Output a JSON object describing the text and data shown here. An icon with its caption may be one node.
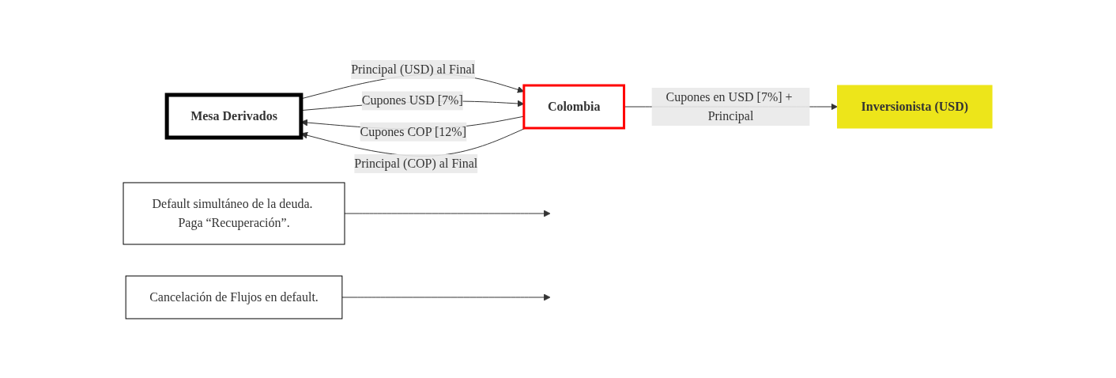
{
  "diagram": {
    "nodes": [
      {
        "text": [
          "Mesa Derivados"
        ]
      },
      {
        "text": [
          "Colombia"
        ]
      },
      {
        "text": [
          "Inversionista (USD)"
        ]
      },
      {
        "text": [
          "Default simultáneo de la deuda. Paga “Recuperación”."
        ]
      },
      {
        "text": [
          "Cancelación de Flujos en default."
        ]
      }
    ],
    "edges": [
      {
        "from": 0,
        "to": 1,
        "label": "Principal (USD) al Final",
        "arrow": "to"
      },
      {
        "from": 0,
        "to": 1,
        "label": "Cupones USD [7%]",
        "arrow": "to"
      },
      {
        "from": 1,
        "to": 0,
        "label": "Cupones COP [12%]",
        "arrow": "to"
      },
      {
        "from": 1,
        "to": 0,
        "label": "Principal (COP) al Final",
        "arrow": "to"
      },
      {
        "from": 1,
        "to": 2,
        "label": "Cupones en USD [7%] + Principal",
        "arrow": "to"
      },
      {
        "from": 3,
        "to": null,
        "arrow": "to"
      },
      {
        "from": 4,
        "to": null,
        "arrow": "to"
      }
    ]
  }
}
